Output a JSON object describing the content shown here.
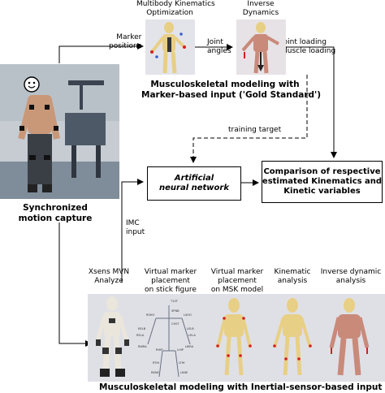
{
  "top": {
    "mbko_label": "Multibody Kinematics\nOptimization",
    "inverse_dynamics_label": "Inverse\nDynamics",
    "marker_positions_label": "Marker\npositions",
    "joint_angles_label": "Joint\nangles",
    "joint_loading_label": "Joint loading\nMuscle loading",
    "caption": "Musculoskeletal modeling with\nMarker-based input ('Gold Standard')"
  },
  "left": {
    "caption": "Synchronized\nmotion capture"
  },
  "middle": {
    "training_target_label": "training target",
    "ann_box": "Artificial\nneural network",
    "comparison_box": "Comparison of respective\nestimated Kinematics and\nKinetic variables",
    "imc_label": "IMC\ninput"
  },
  "bottom": {
    "step_labels": [
      "Xsens MVN\nAnalyze",
      "Virtual marker\nplacement\non stick figure",
      "Virtual marker\nplacement\non MSK model",
      "Kinematic\nanalysis",
      "Inverse dynamic\nanalysis"
    ],
    "stick_markers": [
      "T10T",
      "RSHO",
      "LSHO",
      "SPNB",
      "CHST",
      "RELB",
      "RELA",
      "LELB",
      "LELA",
      "RWRA",
      "LWRA",
      "RHIP",
      "LHIP",
      "RTHI",
      "LTHI",
      "RKNE",
      "LKNE"
    ],
    "caption": "Musculoskeletal modeling with Inertial-sensor-based input"
  },
  "colors": {
    "line": "#000000",
    "bone": "#e8cf86",
    "muscle": "#c98a7a",
    "marker_red": "#d42020",
    "strip_bg": "#dfe0e6",
    "room_bg": "#c6ccd2"
  }
}
